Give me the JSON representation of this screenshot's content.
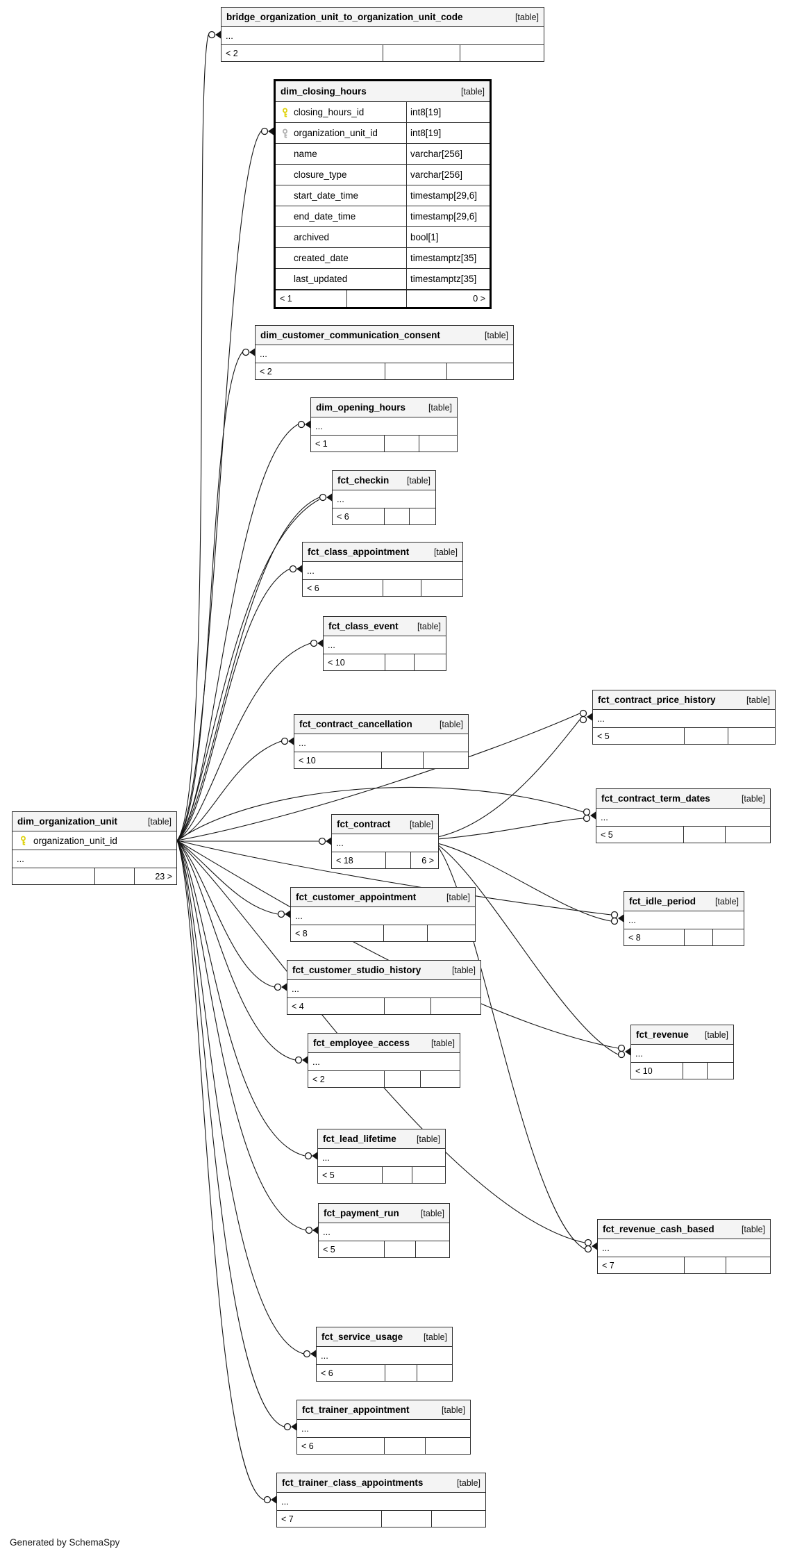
{
  "diagram": {
    "badge_label": "[table]",
    "ellipsis": "...",
    "credit": "Generated by SchemaSpy"
  },
  "focus_table": {
    "name": "dim_closing_hours",
    "footer_left": "< 1",
    "footer_right": "0 >",
    "columns": [
      {
        "key": "primary",
        "name": "closing_hours_id",
        "type": "int8[19]"
      },
      {
        "key": "foreign",
        "name": "organization_unit_id",
        "type": "int8[19]"
      },
      {
        "key": "",
        "name": "name",
        "type": "varchar[256]"
      },
      {
        "key": "",
        "name": "closure_type",
        "type": "varchar[256]"
      },
      {
        "key": "",
        "name": "start_date_time",
        "type": "timestamp[29,6]"
      },
      {
        "key": "",
        "name": "end_date_time",
        "type": "timestamp[29,6]"
      },
      {
        "key": "",
        "name": "archived",
        "type": "bool[1]"
      },
      {
        "key": "",
        "name": "created_date",
        "type": "timestamptz[35]"
      },
      {
        "key": "",
        "name": "last_updated",
        "type": "timestamptz[35]"
      }
    ]
  },
  "hub_table": {
    "name": "dim_organization_unit",
    "pk_column": "organization_unit_id",
    "footer_right": "23 >"
  },
  "tables": [
    {
      "name": "bridge_organization_unit_to_organization_unit_code",
      "footer_left": "< 2",
      "footer_right": ""
    },
    {
      "name": "dim_customer_communication_consent",
      "footer_left": "< 2",
      "footer_right": ""
    },
    {
      "name": "dim_opening_hours",
      "footer_left": "< 1",
      "footer_right": ""
    },
    {
      "name": "fct_checkin",
      "footer_left": "< 6",
      "footer_right": ""
    },
    {
      "name": "fct_class_appointment",
      "footer_left": "< 6",
      "footer_right": ""
    },
    {
      "name": "fct_class_event",
      "footer_left": "< 10",
      "footer_right": ""
    },
    {
      "name": "fct_contract_price_history",
      "footer_left": "< 5",
      "footer_right": ""
    },
    {
      "name": "fct_contract_cancellation",
      "footer_left": "< 10",
      "footer_right": ""
    },
    {
      "name": "fct_contract_term_dates",
      "footer_left": "< 5",
      "footer_right": ""
    },
    {
      "name": "fct_contract",
      "footer_left": "< 18",
      "footer_right": "6 >"
    },
    {
      "name": "fct_customer_appointment",
      "footer_left": "< 8",
      "footer_right": ""
    },
    {
      "name": "fct_idle_period",
      "footer_left": "< 8",
      "footer_right": ""
    },
    {
      "name": "fct_customer_studio_history",
      "footer_left": "< 4",
      "footer_right": ""
    },
    {
      "name": "fct_employee_access",
      "footer_left": "< 2",
      "footer_right": ""
    },
    {
      "name": "fct_revenue",
      "footer_left": "< 10",
      "footer_right": ""
    },
    {
      "name": "fct_lead_lifetime",
      "footer_left": "< 5",
      "footer_right": ""
    },
    {
      "name": "fct_payment_run",
      "footer_left": "< 5",
      "footer_right": ""
    },
    {
      "name": "fct_revenue_cash_based",
      "footer_left": "< 7",
      "footer_right": ""
    },
    {
      "name": "fct_service_usage",
      "footer_left": "< 6",
      "footer_right": ""
    },
    {
      "name": "fct_trainer_appointment",
      "footer_left": "< 6",
      "footer_right": ""
    },
    {
      "name": "fct_trainer_class_appointments",
      "footer_left": "< 7",
      "footer_right": ""
    }
  ]
}
